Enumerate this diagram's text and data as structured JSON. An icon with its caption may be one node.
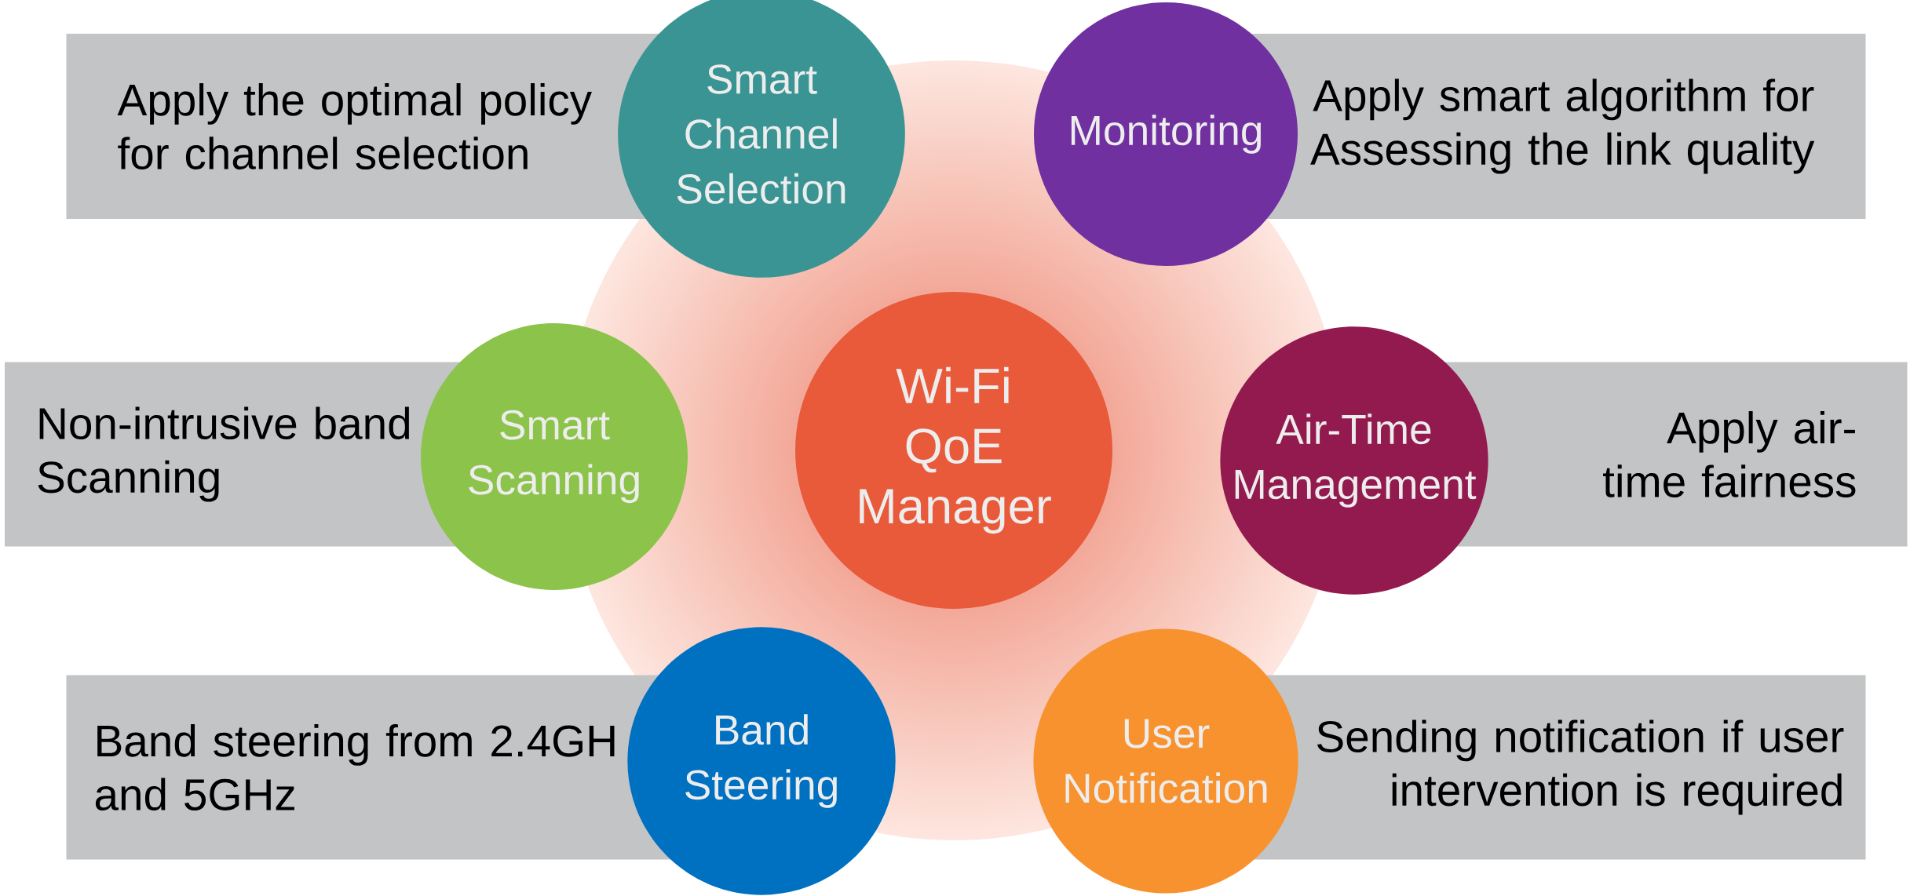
{
  "diagram": {
    "nodes": [
      {
        "text": [
          "Apply the optimal policy for channel selection"
        ]
      },
      {
        "text": [
          "Smart Channel Selection"
        ]
      },
      {
        "text": [
          "Monitoring"
        ]
      },
      {
        "text": [
          "Apply smart algorithm for Assessing the link quality"
        ]
      },
      {
        "text": [
          "Non-intrusive band Scanning"
        ]
      },
      {
        "text": [
          "Smart Scanning"
        ]
      },
      {
        "text": [
          "Wi-Fi QoE Manager"
        ]
      },
      {
        "text": [
          "Air-Time Management"
        ]
      },
      {
        "text": [
          "Apply air-time fairness"
        ]
      },
      {
        "text": [
          "Band steering from 2.4GH and 5GHz"
        ]
      },
      {
        "text": [
          "Band Steering"
        ]
      },
      {
        "text": [
          "User Notification"
        ]
      },
      {
        "text": [
          "Sending notification if user intervention is required"
        ]
      }
    ]
  }
}
